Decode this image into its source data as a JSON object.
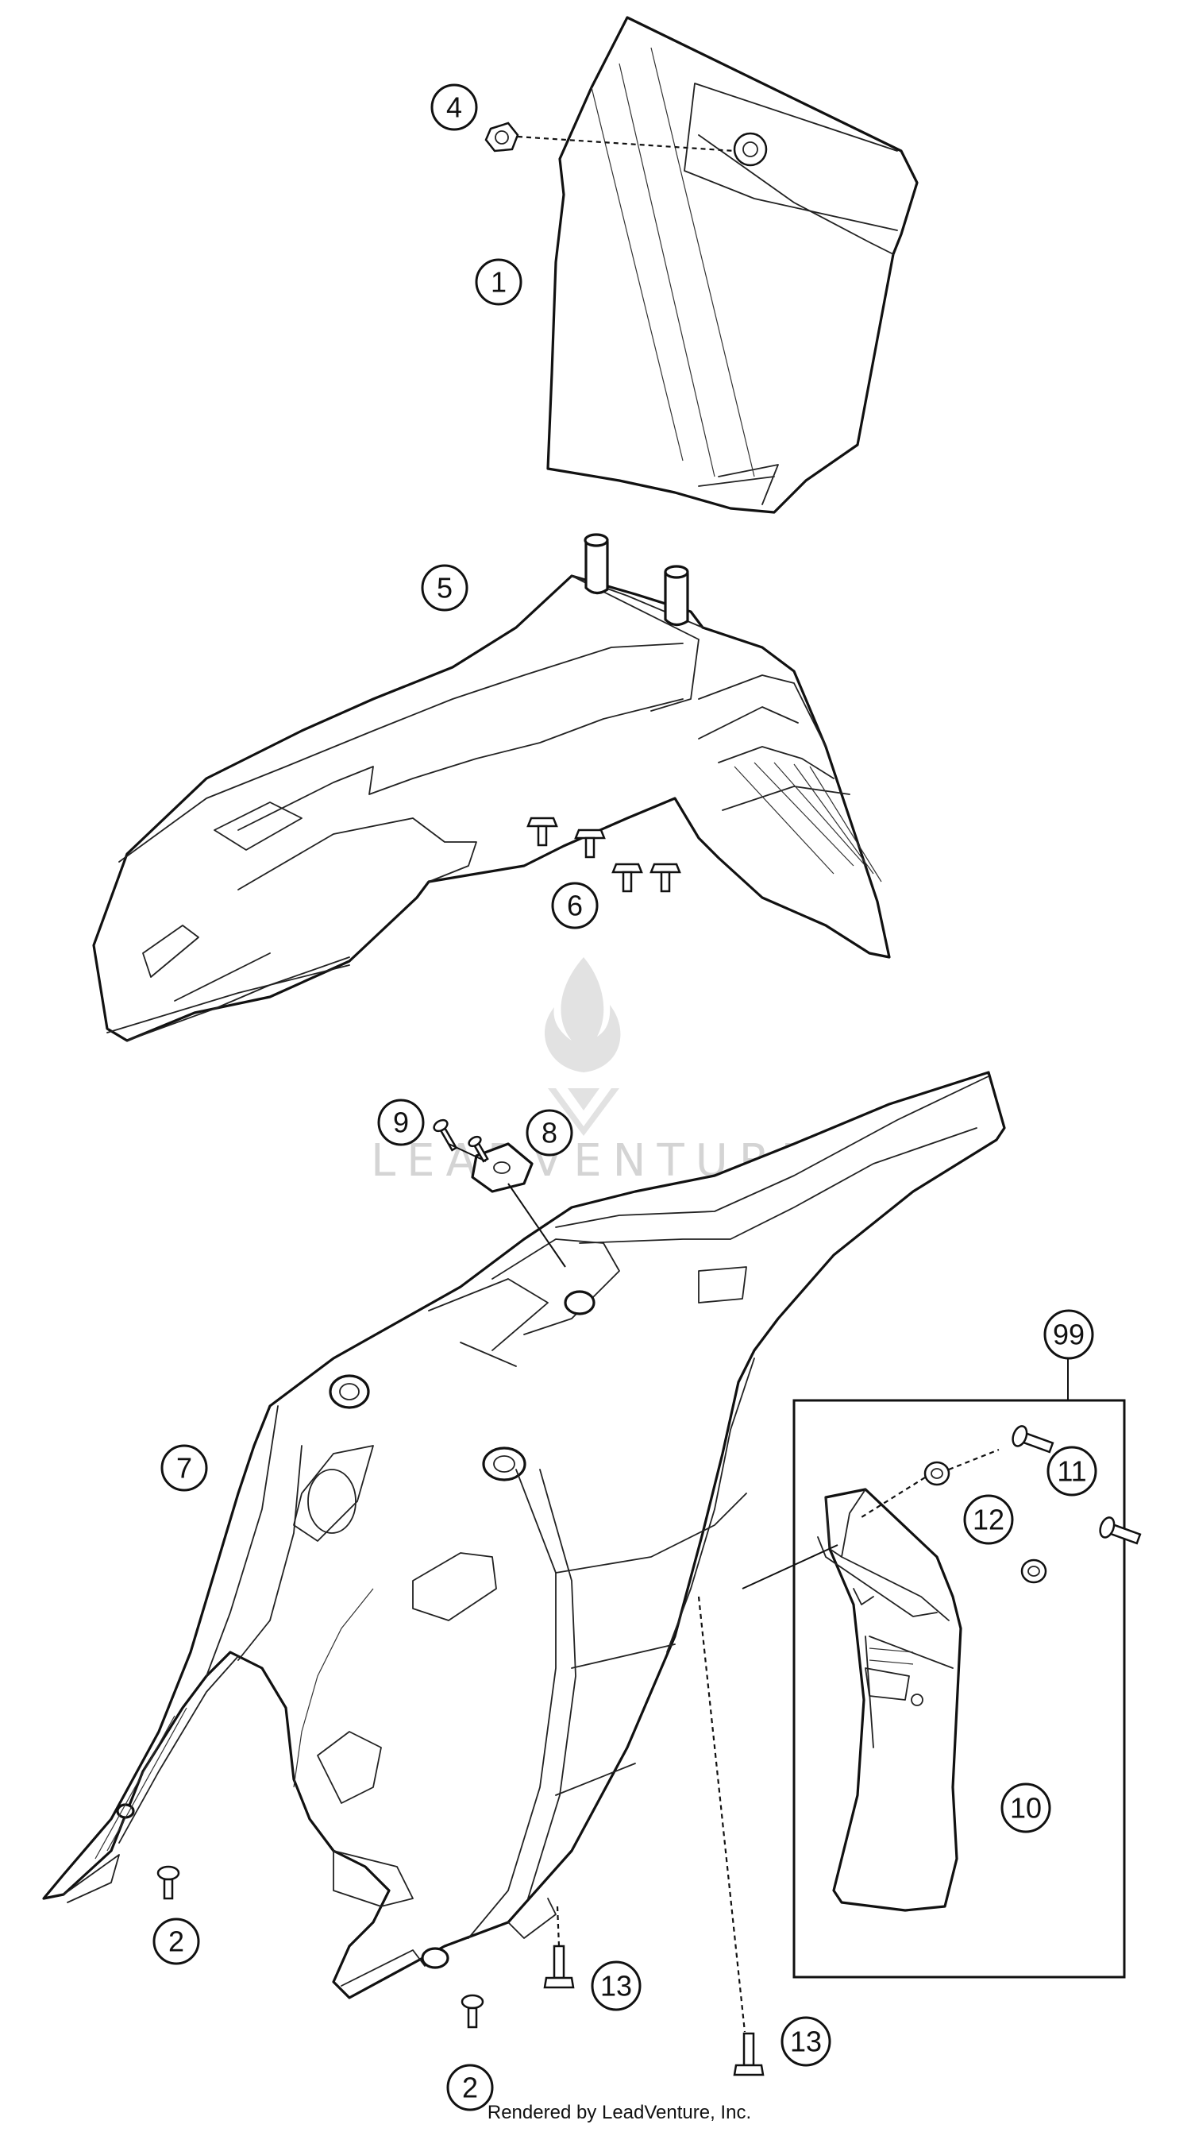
{
  "diagram": {
    "watermark": "LEADVENTURE",
    "footer": "Rendered by LeadVenture, Inc.",
    "callouts": [
      {
        "id": "c4",
        "label": "4"
      },
      {
        "id": "c1",
        "label": "1"
      },
      {
        "id": "c5",
        "label": "5"
      },
      {
        "id": "c6",
        "label": "6"
      },
      {
        "id": "c9",
        "label": "9"
      },
      {
        "id": "c8",
        "label": "8"
      },
      {
        "id": "c99",
        "label": "99"
      },
      {
        "id": "c7",
        "label": "7"
      },
      {
        "id": "c11",
        "label": "11"
      },
      {
        "id": "c12",
        "label": "12"
      },
      {
        "id": "c10",
        "label": "10"
      },
      {
        "id": "c2a",
        "label": "2"
      },
      {
        "id": "c13a",
        "label": "13"
      },
      {
        "id": "c2b",
        "label": "2"
      },
      {
        "id": "c13b",
        "label": "13"
      }
    ],
    "colors": {
      "line": "#111111",
      "watermark": "#d4d4d4",
      "background": "#ffffff"
    }
  }
}
